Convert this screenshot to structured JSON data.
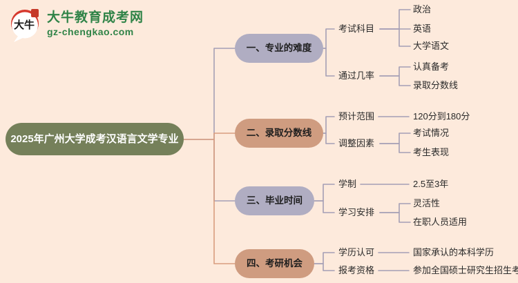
{
  "logo": {
    "bubble_text": "大牛",
    "site_name": "大牛教育成考网",
    "site_url": "gz-chengkao.com"
  },
  "colors": {
    "background": "#fdeadc",
    "root_fill": "#75805a",
    "branch_fill_lavender": "#b0adc2",
    "branch_fill_tan": "#cf9c80",
    "line_gray": "#a49eb5",
    "line_salmon": "#d89c7e",
    "logo_green": "#2f8347",
    "logo_red": "#d6392e"
  },
  "mindmap": {
    "root": "2025年广州大学成考汉语言文学专业",
    "branches": [
      {
        "label": "一、专业的难度",
        "children": [
          {
            "label": "考试科目",
            "children": [
              "政治",
              "英语",
              "大学语文"
            ]
          },
          {
            "label": "通过几率",
            "children": [
              "认真备考",
              "录取分数线"
            ]
          }
        ]
      },
      {
        "label": "二、录取分数线",
        "children": [
          {
            "label": "预计范围",
            "children": [
              "120分到180分"
            ]
          },
          {
            "label": "调整因素",
            "children": [
              "考试情况",
              "考生表现"
            ]
          }
        ]
      },
      {
        "label": "三、毕业时间",
        "children": [
          {
            "label": "学制",
            "children": [
              "2.5至3年"
            ]
          },
          {
            "label": "学习安排",
            "children": [
              "灵活性",
              "在职人员适用"
            ]
          }
        ]
      },
      {
        "label": "四、考研机会",
        "children": [
          {
            "label": "学历认可",
            "children": [
              "国家承认的本科学历"
            ]
          },
          {
            "label": "报考资格",
            "children": [
              "参加全国硕士研究生招生考试"
            ]
          }
        ]
      }
    ]
  }
}
